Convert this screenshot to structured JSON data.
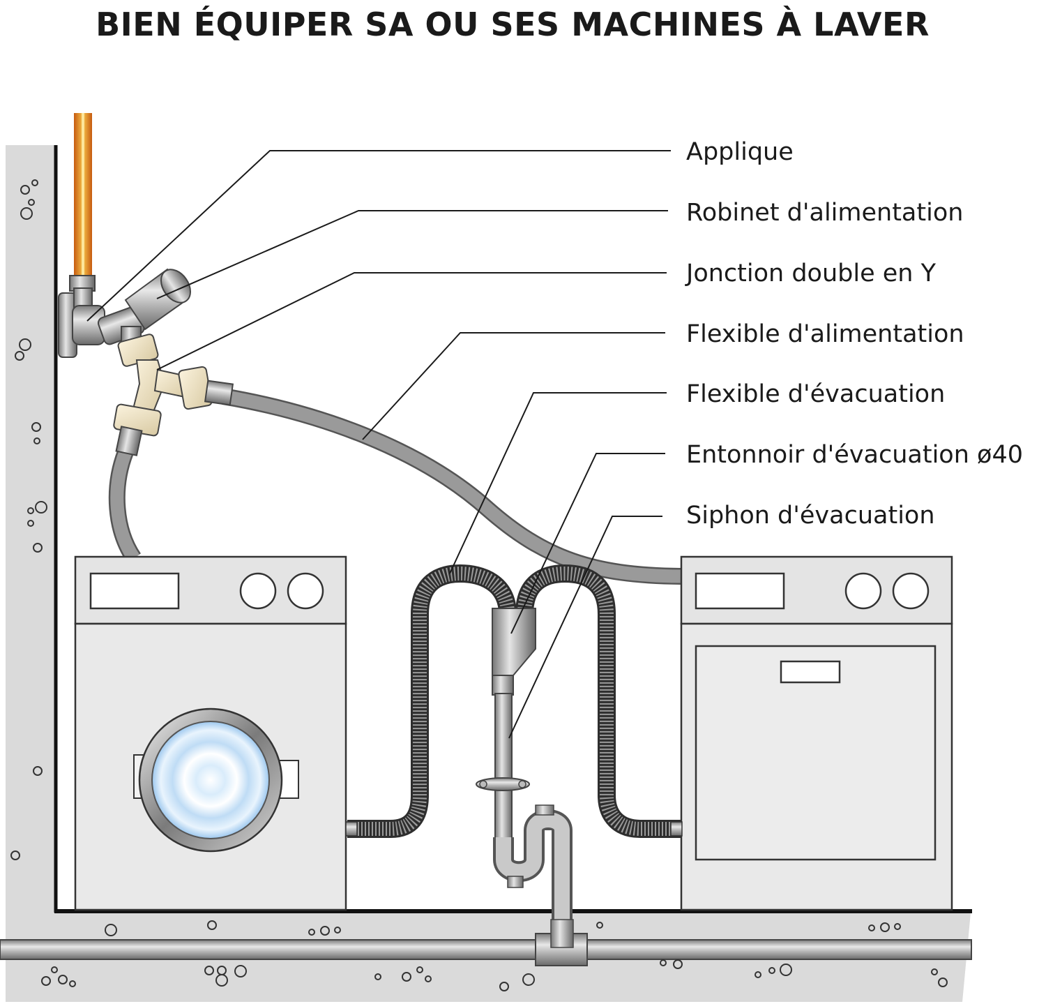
{
  "title": "BIEN ÉQUIPER SA OU SES MACHINES À LAVER",
  "labels": {
    "applique": "Applique",
    "robinet": "Robinet d'alimentation",
    "jonction": "Jonction double en Y",
    "flexible_alim": "Flexible d'alimentation",
    "flexible_evac": "Flexible d'évacuation",
    "entonnoir": "Entonnoir d'évacuation ø40",
    "siphon": "Siphon d'évacuation"
  },
  "colors": {
    "wall": "#d9d9d9",
    "machine": "#e6e6e6",
    "outline": "#444444",
    "hose": "#8c8c8c",
    "supply_pipe": "#e09a2a"
  }
}
